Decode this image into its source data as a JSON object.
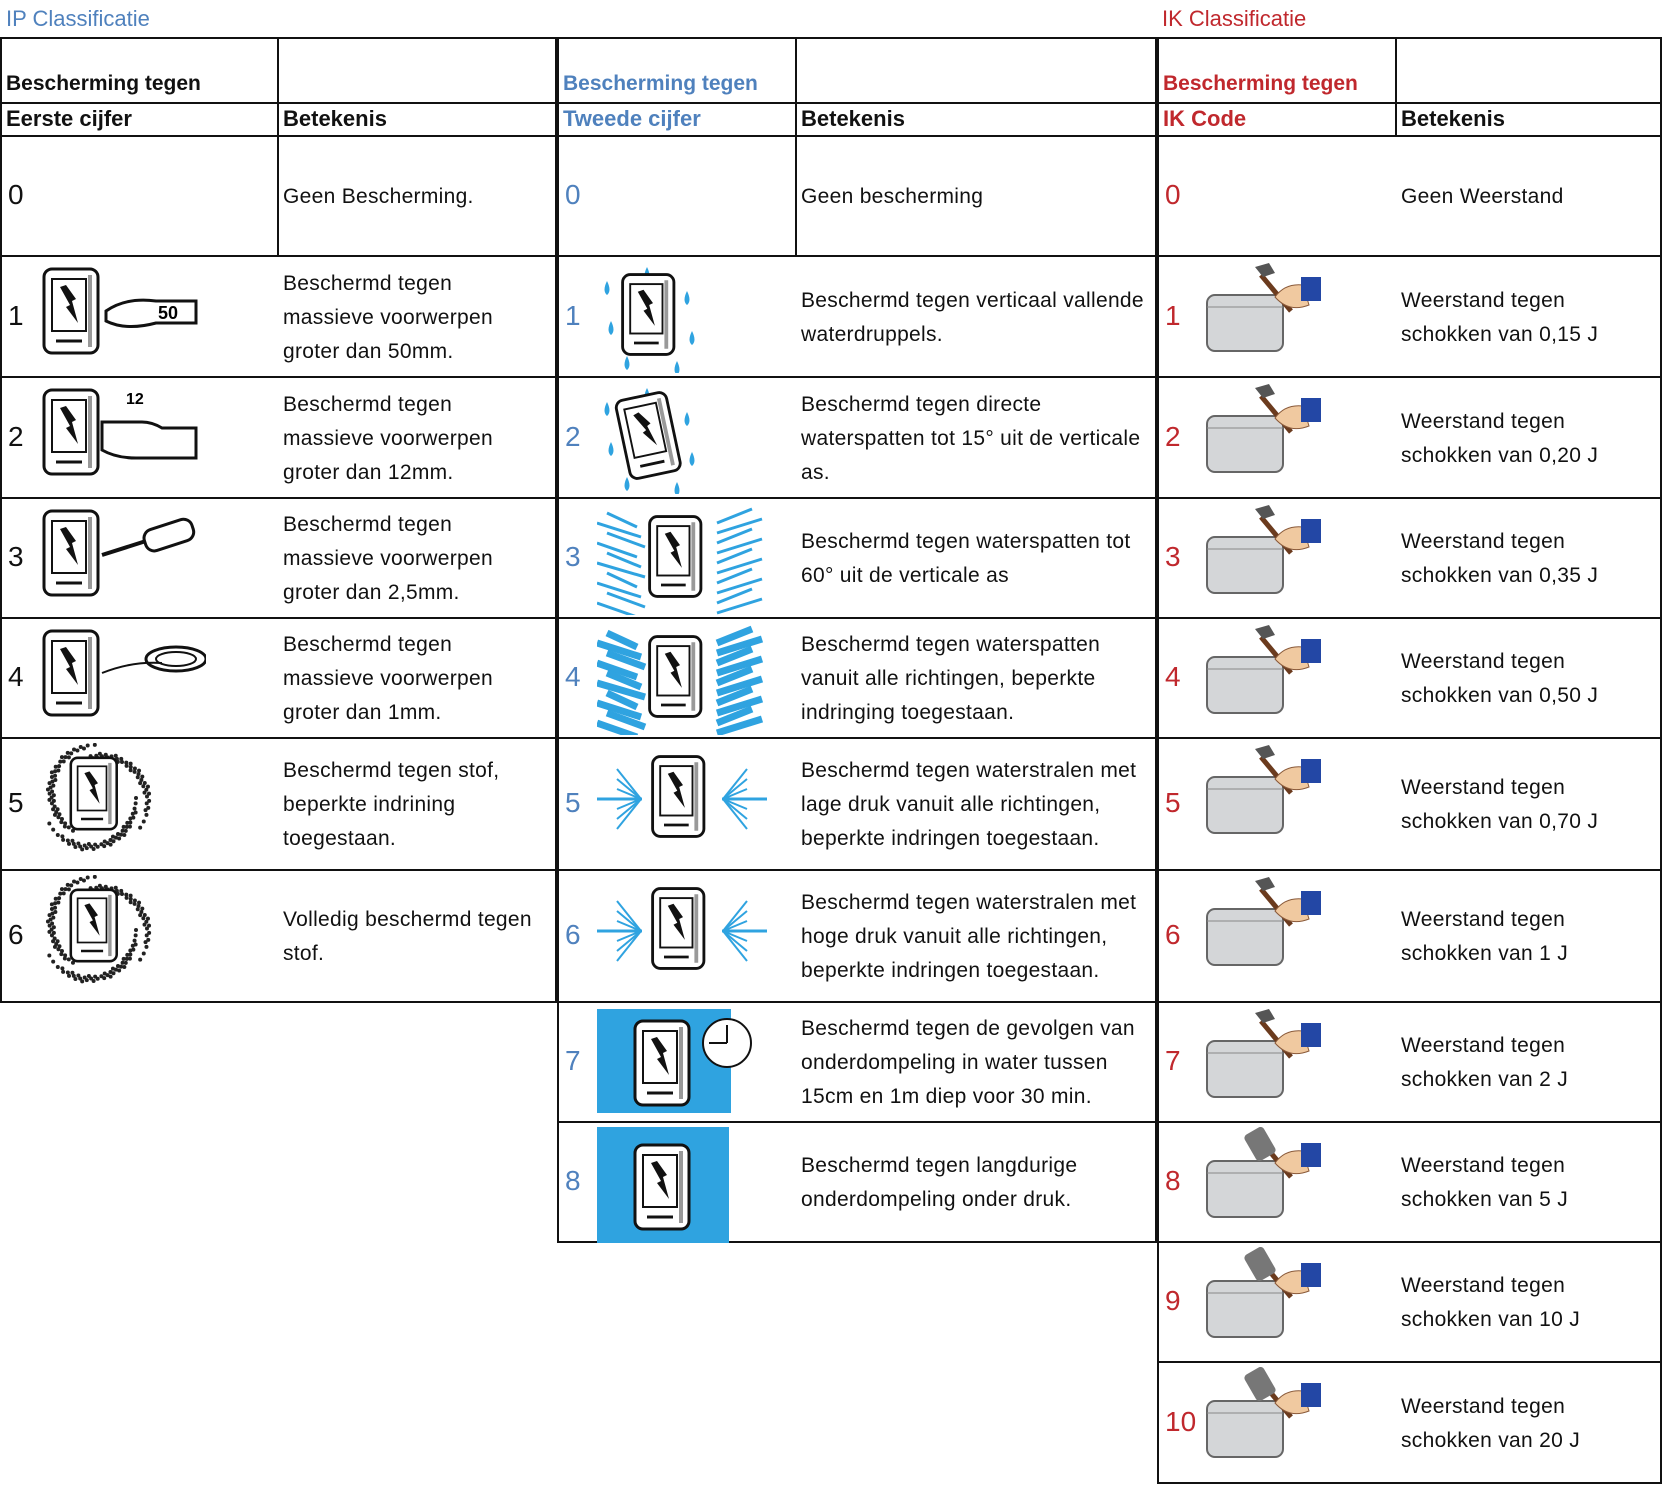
{
  "colors": {
    "ip_blue": "#4f81bd",
    "ik_red": "#c0282d",
    "water": "#1ea0dc"
  },
  "ip_title": "IP Classificatie",
  "ik_title": "IK Classificatie",
  "first": {
    "header_top": "Bescherming tegen",
    "col1": "Eerste cijfer",
    "col2": "Betekenis",
    "rows": [
      {
        "code": "0",
        "icon": "none",
        "text": "Geen Bescherming."
      },
      {
        "code": "1",
        "icon": "hand-50mm-icon",
        "text": "Beschermd tegen massieve voorwerpen groter dan 50mm."
      },
      {
        "code": "2",
        "icon": "finger-12mm-icon",
        "text": "Beschermd tegen massieve voorwerpen groter dan 12mm."
      },
      {
        "code": "3",
        "icon": "screwdriver-icon",
        "text": "Beschermd tegen massieve voorwerpen groter dan 2,5mm."
      },
      {
        "code": "4",
        "icon": "wire-icon",
        "text": "Beschermd tegen massieve voorwerpen groter dan 1mm."
      },
      {
        "code": "5",
        "icon": "dust-icon",
        "text": "Beschermd tegen stof, beperkte indrining toegestaan."
      },
      {
        "code": "6",
        "icon": "dust-tight-icon",
        "text": "Volledig beschermd tegen stof."
      }
    ]
  },
  "second": {
    "header_top": "Bescherming tegen",
    "col1": "Tweede cijfer",
    "col2": "Betekenis",
    "rows": [
      {
        "code": "0",
        "icon": "none",
        "text": "Geen bescherming"
      },
      {
        "code": "1",
        "icon": "vertical-drops-icon",
        "text": "Beschermd tegen verticaal vallende waterdruppels."
      },
      {
        "code": "2",
        "icon": "drops-15deg-icon",
        "text": "Beschermd tegen directe waterspatten tot 15° uit de verticale as."
      },
      {
        "code": "3",
        "icon": "spray-60deg-icon",
        "text": "Beschermd tegen waterspatten tot 60° uit de verticale as"
      },
      {
        "code": "4",
        "icon": "splash-all-directions-icon",
        "text": "Beschermd tegen waterspatten vanuit alle richtingen, beperkte indringing toegestaan."
      },
      {
        "code": "5",
        "icon": "low-pressure-jets-icon",
        "text": "Beschermd tegen waterstralen met lage druk vanuit alle richtingen, beperkte indringen toegestaan."
      },
      {
        "code": "6",
        "icon": "high-pressure-jets-icon",
        "text": "Beschermd tegen waterstralen met hoge druk vanuit alle richtingen, beperkte indringen toegestaan."
      },
      {
        "code": "7",
        "icon": "immersion-timer-icon",
        "text": "Beschermd tegen de gevolgen van onderdompeling in water tussen 15cm en 1m diep voor 30 min."
      },
      {
        "code": "8",
        "icon": "submersion-icon",
        "text": "Beschermd tegen langdurige onderdompeling onder druk."
      }
    ]
  },
  "ik": {
    "header_top": "Bescherming tegen",
    "col1": "IK Code",
    "col2": "Betekenis",
    "rows": [
      {
        "code": "0",
        "icon": "none",
        "text": "Geen Weerstand"
      },
      {
        "code": "1",
        "icon": "hammer-box-icon",
        "text": "Weerstand tegen schokken van 0,15 J"
      },
      {
        "code": "2",
        "icon": "hammer-box-icon",
        "text": "Weerstand tegen schokken van 0,20 J"
      },
      {
        "code": "3",
        "icon": "hammer-box-icon",
        "text": "Weerstand tegen schokken van 0,35 J"
      },
      {
        "code": "4",
        "icon": "hammer-box-icon",
        "text": "Weerstand tegen schokken van 0,50 J"
      },
      {
        "code": "5",
        "icon": "hammer-box-icon",
        "text": "Weerstand tegen schokken van 0,70 J"
      },
      {
        "code": "6",
        "icon": "hammer-box-icon",
        "text": "Weerstand tegen schokken van 1 J"
      },
      {
        "code": "7",
        "icon": "hammer-box-icon",
        "text": "Weerstand tegen schokken van 2 J"
      },
      {
        "code": "8",
        "icon": "sledgehammer-box-icon",
        "text": "Weerstand tegen schokken van 5 J"
      },
      {
        "code": "9",
        "icon": "sledgehammer-box-icon",
        "text": "Weerstand tegen schokken van 10 J"
      },
      {
        "code": "10",
        "icon": "sledgehammer-box-icon",
        "text": "Weerstand tegen schokken van 20 J"
      }
    ]
  }
}
